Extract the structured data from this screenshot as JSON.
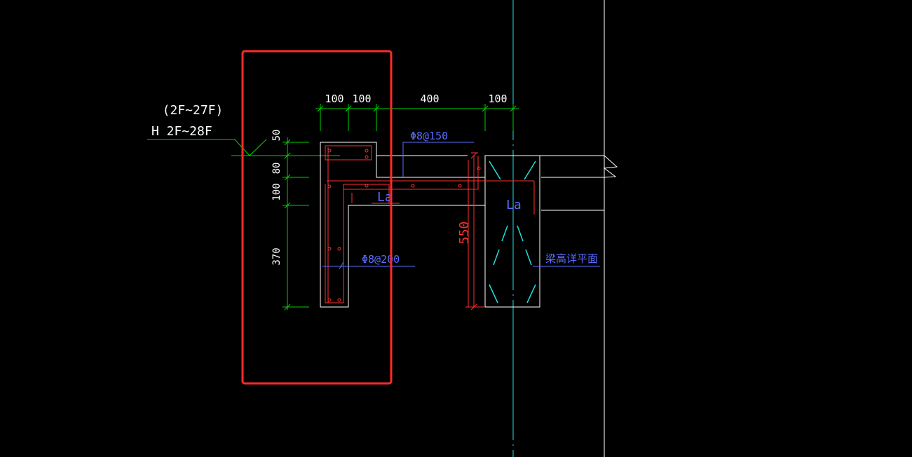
{
  "colors": {
    "background": "#000000",
    "outline": "#ffffff",
    "dimension": "#00d000",
    "rebar": "#ff3030",
    "annotation": "#5a6cff",
    "centerline": "#20e0e0",
    "highlight": "#ff2a2a"
  },
  "labels": {
    "floor_range_top": "(2F~27F)",
    "floor_range_bottom": "H  2F~28F",
    "stirrup_top": "Φ8@150",
    "stirrup_bottom": "Φ8@200",
    "anchor_left": "La",
    "anchor_right": "La",
    "beam_note": "梁高详平面"
  },
  "dimensions": {
    "horizontal": [
      "100",
      "100",
      "400",
      "100"
    ],
    "vertical": [
      "50",
      "80",
      "100",
      "370"
    ],
    "beam_depth": "550"
  }
}
